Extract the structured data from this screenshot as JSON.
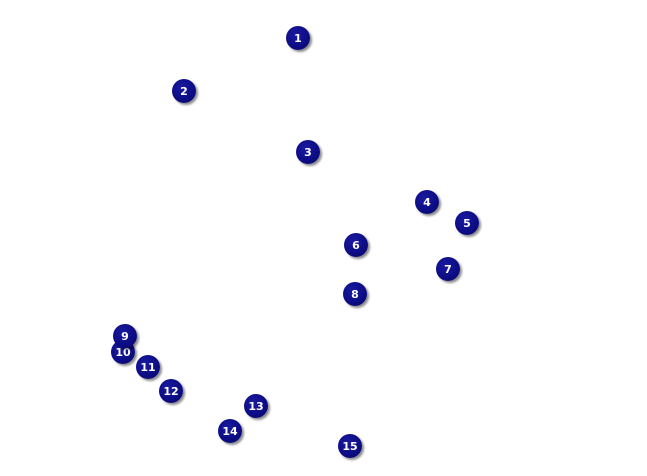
{
  "markers": [
    {
      "label": "1"
    },
    {
      "label": "2"
    },
    {
      "label": "3"
    },
    {
      "label": "4"
    },
    {
      "label": "5"
    },
    {
      "label": "6"
    },
    {
      "label": "7"
    },
    {
      "label": "8"
    },
    {
      "label": "9"
    },
    {
      "label": "10"
    },
    {
      "label": "11"
    },
    {
      "label": "12"
    },
    {
      "label": "13"
    },
    {
      "label": "14"
    },
    {
      "label": "15"
    }
  ],
  "colors": {
    "marker_fill": "#0d0d86",
    "marker_text": "#ffffff",
    "background": "#ffffff"
  }
}
